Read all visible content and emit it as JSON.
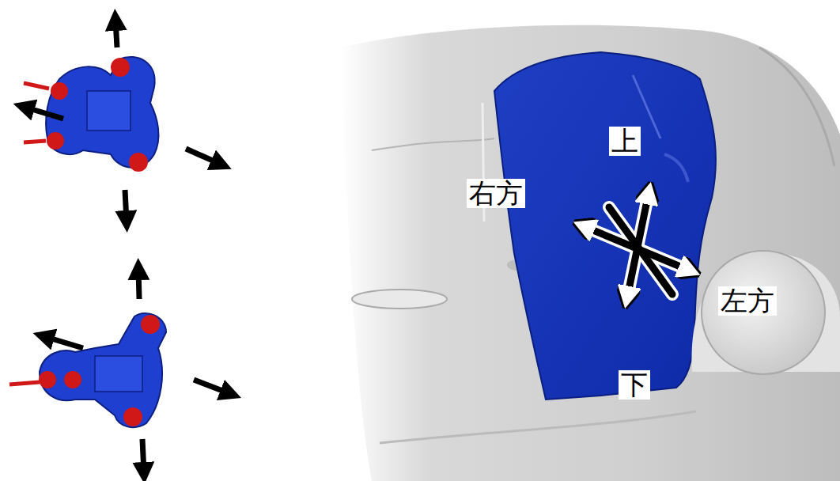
{
  "diagram": {
    "labels": [
      "上",
      "右方",
      "左方",
      "下"
    ]
  }
}
